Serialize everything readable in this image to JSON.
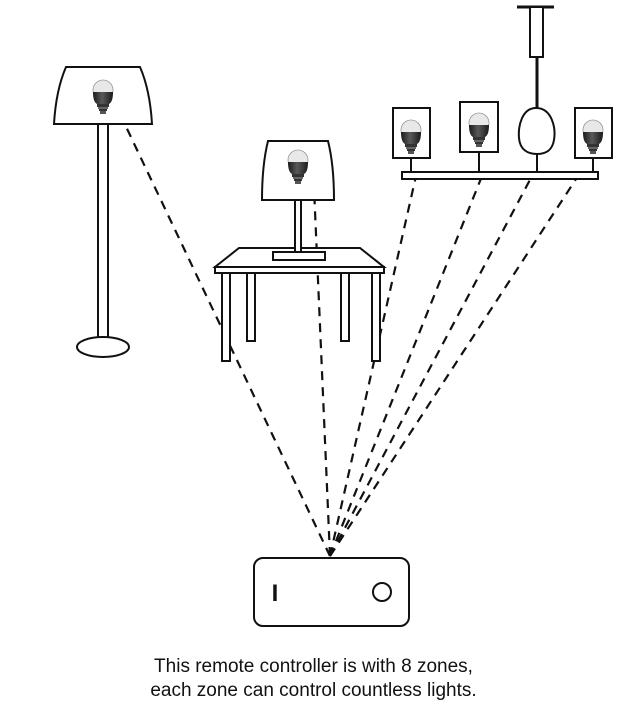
{
  "caption": {
    "line1": "This remote controller is with 8 zones,",
    "line2": "each zone can control countless lights."
  },
  "remote": {
    "on_symbol": "I",
    "off_symbol": "O"
  },
  "colors": {
    "line": "#111111",
    "background": "#ffffff",
    "bulb_dark": "#2b2b2b",
    "bulb_light": "#e8e8e8"
  },
  "icons": [
    "floor-lamp-icon",
    "table-lamp-icon",
    "table-icon",
    "chandelier-icon",
    "light-bulb-icon",
    "remote-controller-icon"
  ]
}
